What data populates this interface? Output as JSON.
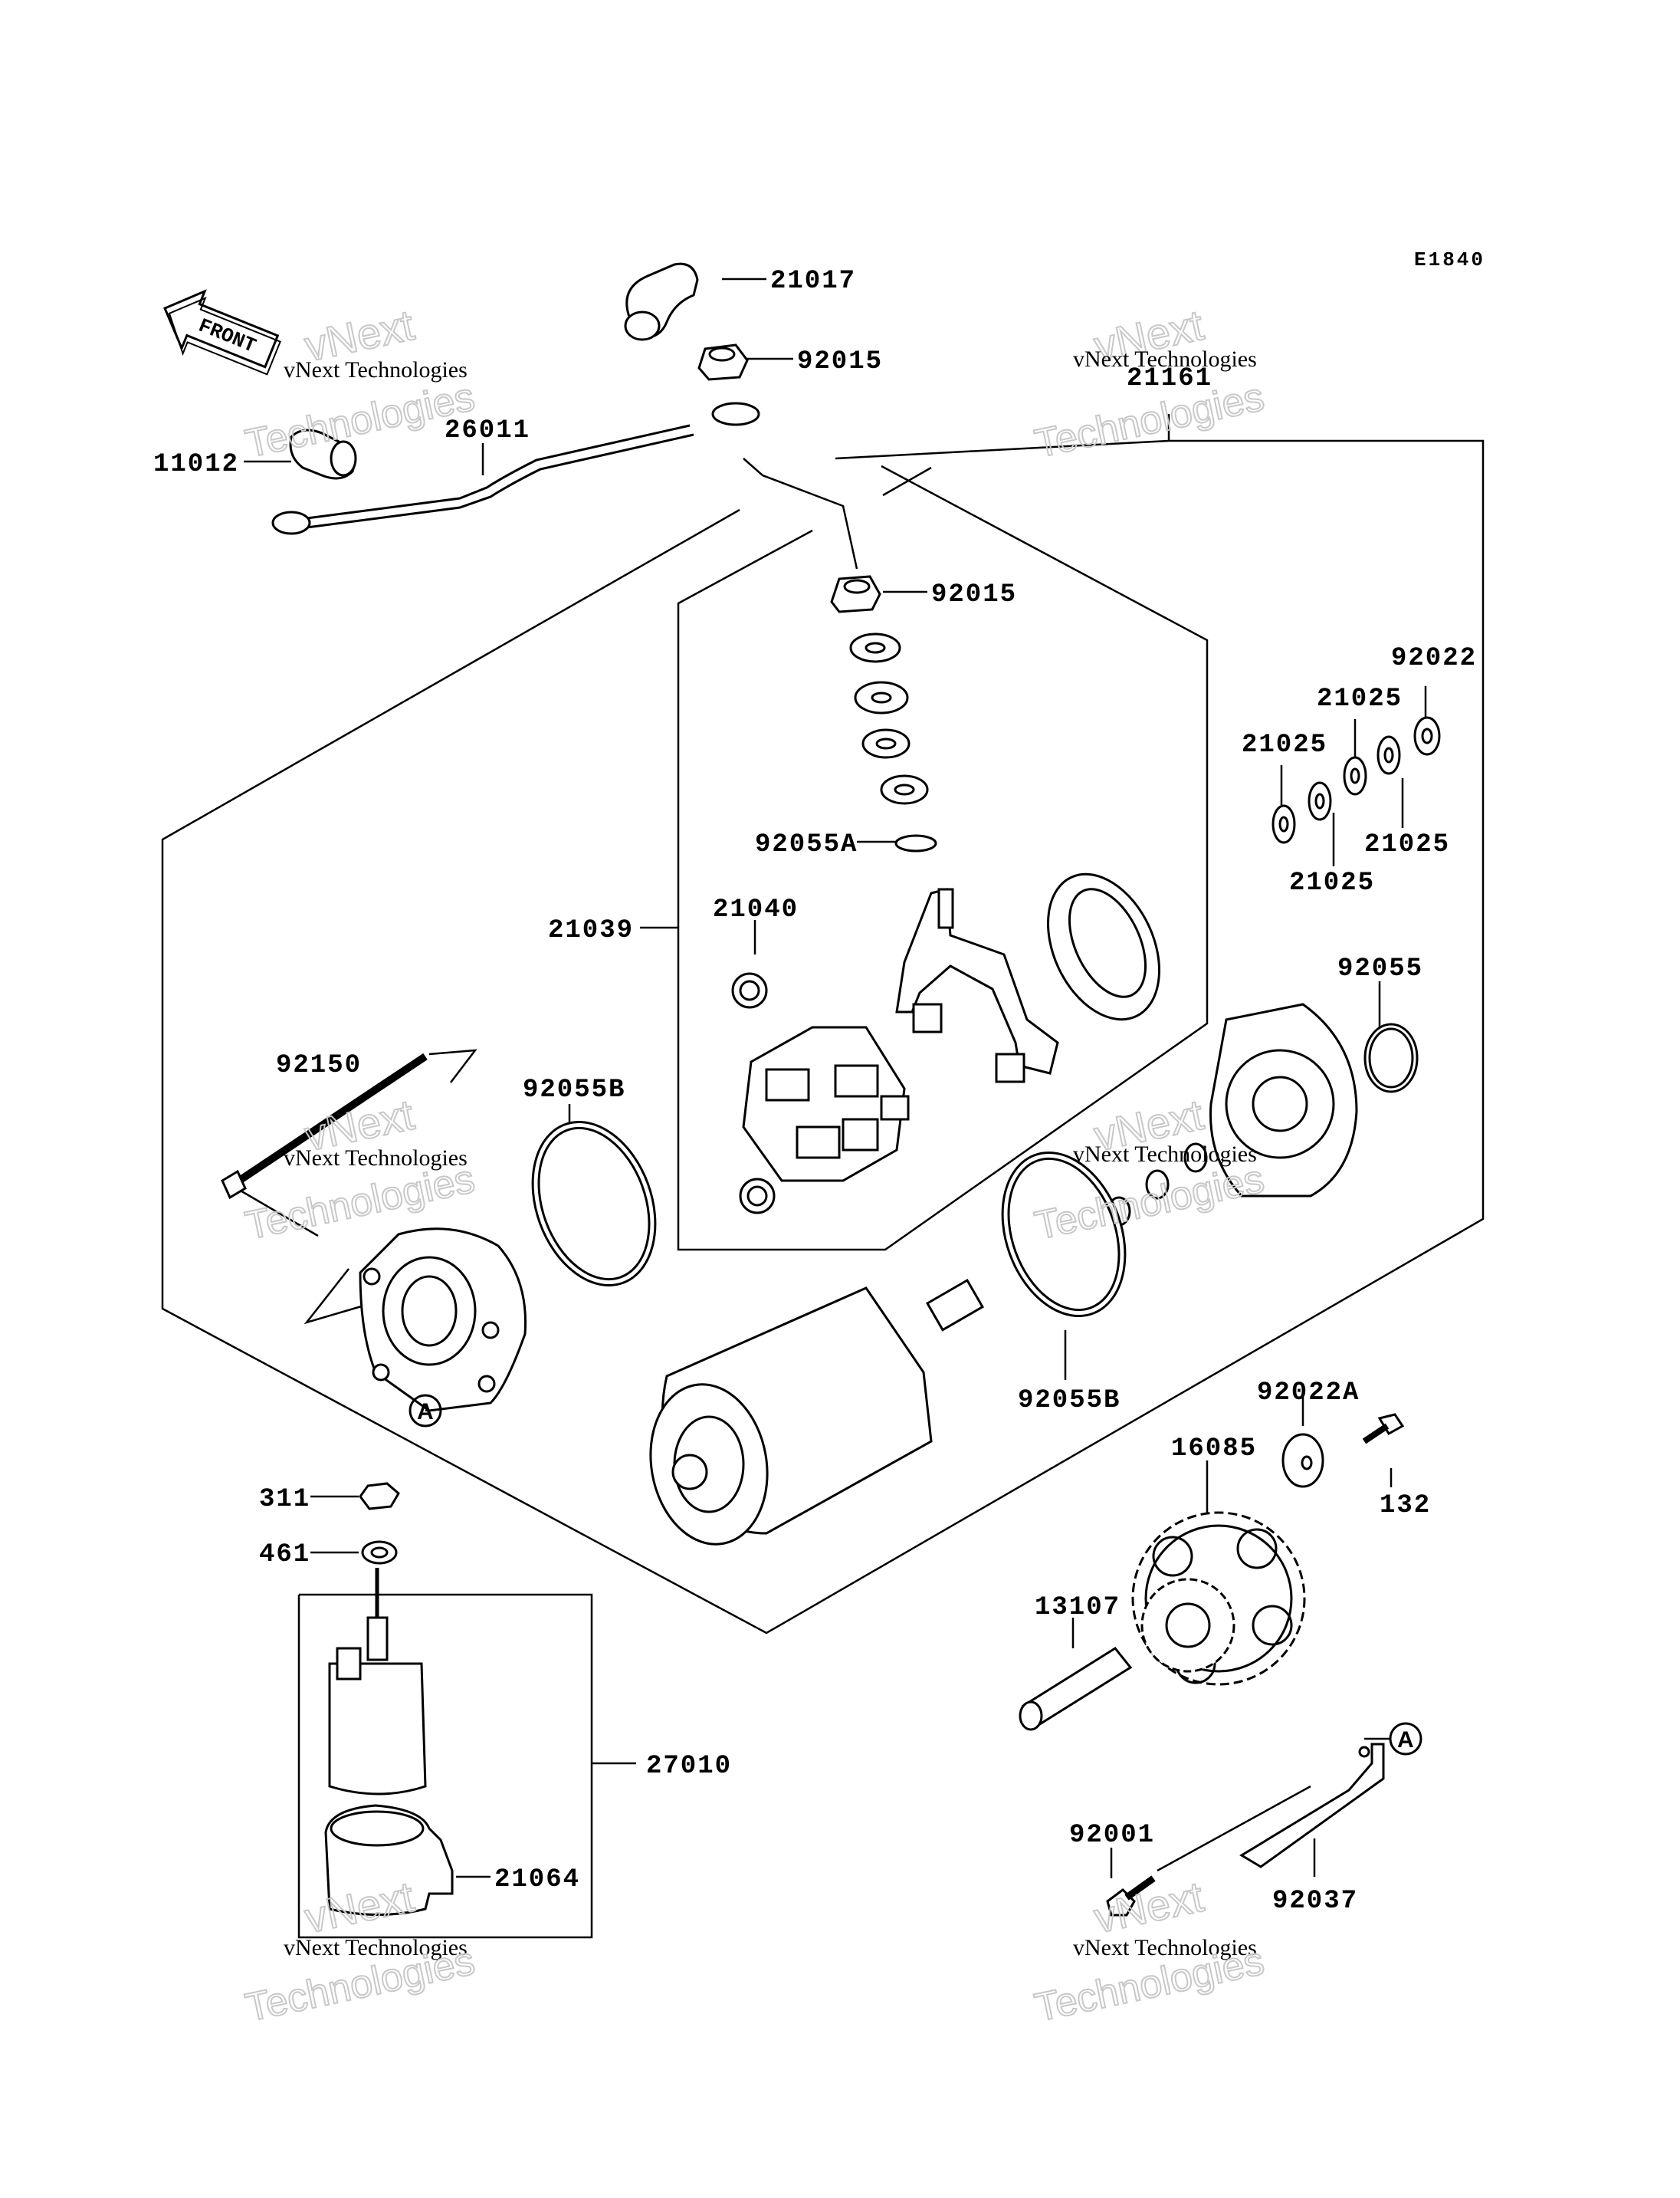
{
  "diagram_code": "E1840",
  "front_label": "FRONT",
  "ref_marker": "A",
  "watermark": {
    "line1": "vNext Technologies",
    "line2a": "vNext",
    "line2b": "Technologies"
  },
  "labels": {
    "p21017": "21017",
    "p92015_top": "92015",
    "p21161": "21161",
    "p26011": "26011",
    "p11012": "11012",
    "p92015_mid": "92015",
    "p92022": "92022",
    "p21025_a": "21025",
    "p21025_b": "21025",
    "p21025_c": "21025",
    "p21025_d": "21025",
    "p92055A": "92055A",
    "p21039": "21039",
    "p21040": "21040",
    "p92055": "92055",
    "p92150": "92150",
    "p92055B_left": "92055B",
    "p92055B_right": "92055B",
    "p92022A": "92022A",
    "p16085": "16085",
    "p132": "132",
    "p311": "311",
    "p461": "461",
    "p13107": "13107",
    "p27010": "27010",
    "p92001": "92001",
    "p92037": "92037",
    "p21064": "21064"
  }
}
